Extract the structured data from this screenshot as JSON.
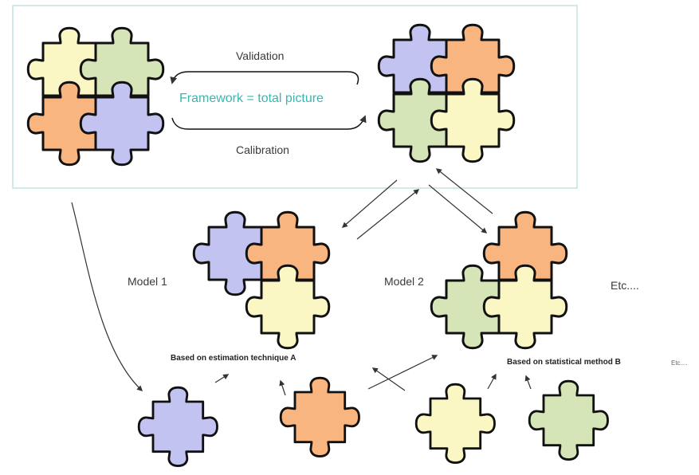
{
  "labels": {
    "validation": "Validation",
    "calibration": "Calibration",
    "framework": "Framework = total picture",
    "model1": "Model 1",
    "model2": "Model 2",
    "etc_models": "Etc....",
    "technique_a": "Based on estimation technique A",
    "method_b": "Based on statistical method B",
    "etc_small": "Etc...."
  },
  "colors": {
    "yellow": "#fbf7c4",
    "green": "#d6e5b8",
    "orange": "#f9b57f",
    "purple": "#c2c3f0",
    "outline": "#111111",
    "box_border": "#bfe4e2",
    "framework_text": "#3cb4b0"
  }
}
